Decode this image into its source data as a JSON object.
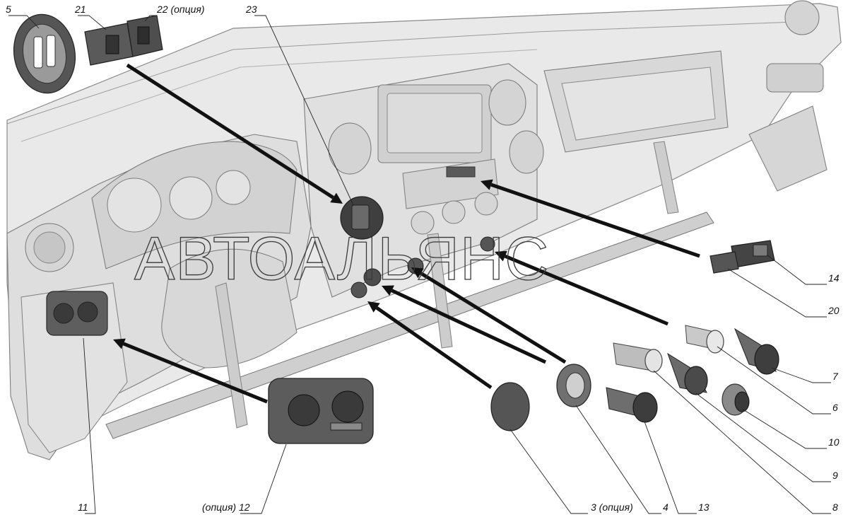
{
  "watermark": "АВТОАЛЬЯНС",
  "callouts": [
    {
      "id": "5",
      "text": "5"
    },
    {
      "id": "21",
      "text": "21"
    },
    {
      "id": "22",
      "text": "22 (опция)"
    },
    {
      "id": "23",
      "text": "23"
    },
    {
      "id": "14",
      "text": "14"
    },
    {
      "id": "20",
      "text": "20"
    },
    {
      "id": "7",
      "text": "7"
    },
    {
      "id": "6",
      "text": "6"
    },
    {
      "id": "10",
      "text": "10"
    },
    {
      "id": "9",
      "text": "9"
    },
    {
      "id": "8",
      "text": "8"
    },
    {
      "id": "13",
      "text": "13"
    },
    {
      "id": "4",
      "text": "4"
    },
    {
      "id": "3",
      "text": "3 (опция)"
    },
    {
      "id": "12",
      "text": "(опция)  12"
    },
    {
      "id": "11",
      "text": "11"
    }
  ],
  "colors": {
    "panel": "#e6e6e6",
    "panel_shade": "#c9c9c9",
    "part_dark": "#4a4a4a",
    "part_mid": "#7a7a7a",
    "arrow": "#111111"
  }
}
